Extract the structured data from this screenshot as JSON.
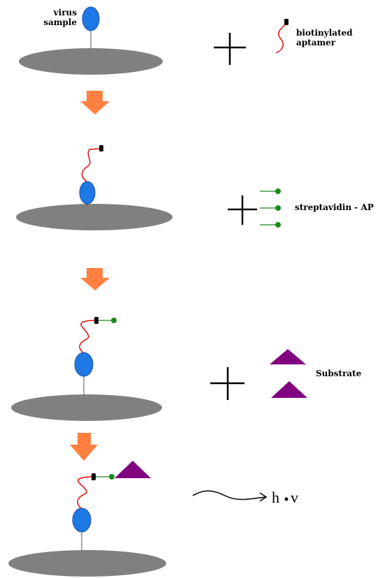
{
  "labels": {
    "virus_sample_line1": "virus",
    "virus_sample_line2": "sample",
    "biotinylated_line1": "biotinylated",
    "biotinylated_line2": "aptamer",
    "streptavidin": "streptavidin - AP",
    "substrate": "Substrate",
    "light_h": "h",
    "light_v": "v"
  },
  "colors": {
    "surface": "#808080",
    "virus": "#1e78e6",
    "aptamer": "#e01010",
    "biotin": "#000000",
    "streptavidin": "#1a8a1a",
    "substrate": "#800080",
    "arrow": "#ff8040"
  }
}
